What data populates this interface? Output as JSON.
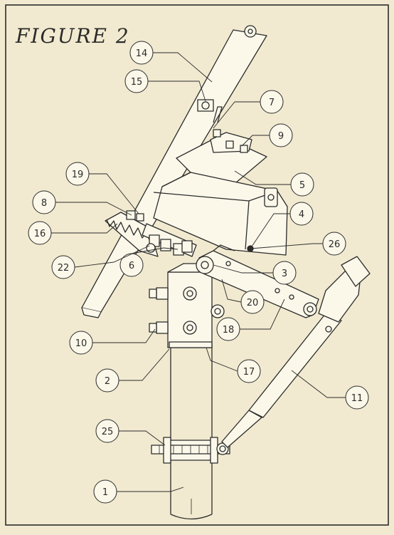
{
  "figure": {
    "title": "FIGURE 2",
    "part_callouts": [
      "1",
      "2",
      "3",
      "4",
      "5",
      "6",
      "7",
      "8",
      "9",
      "10",
      "11",
      "14",
      "15",
      "16",
      "17",
      "18",
      "19",
      "20",
      "22",
      "25",
      "26"
    ]
  },
  "colors": {
    "paper": "#f1ead0",
    "ink": "#2b2b2b",
    "fill": "#fbf8ea"
  }
}
